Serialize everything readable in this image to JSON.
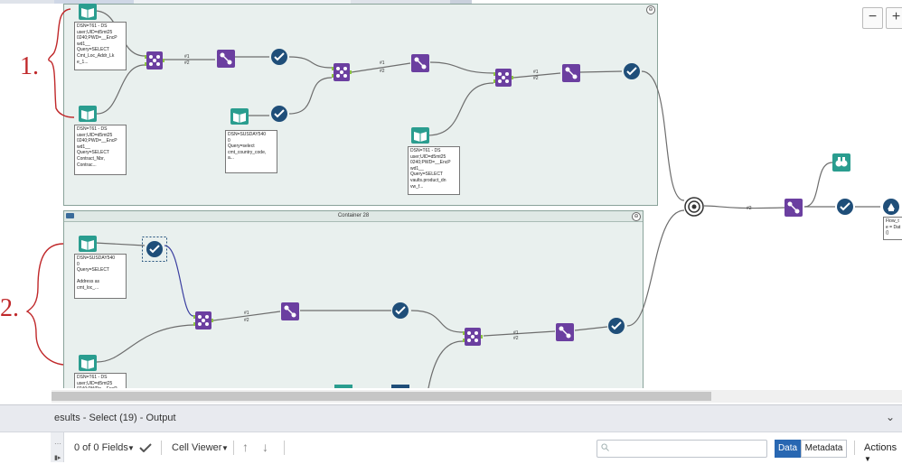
{
  "canvas": {
    "container_28_title": "Container 28",
    "container_1_collapse": "⊖",
    "container_2_collapse": "⊖",
    "zoom_out": "−",
    "zoom_in": "+",
    "annotations": {
      "c1_input_a": "DSN=T61 - DS\nuser;UID=d5mt25\n0240;PWD=__EncP\nwd1__\nQuery=SELECT\nCmt_Loc_Addr_Lk\ne_1...",
      "c1_input_b": "DSN=T61 - DS\nuser;UID=d5mt25\n0240;PWD=__EncP\nwd1__\nQuery=SELECT\nContract_Nbr,\nContrac...",
      "c1_input_c": "DSN=SUSDAY540\n0\nQuery=select\ncmt_country_code,\na...",
      "c1_input_d": "DSN=T61 - DS\nuser;UID=d5mt25\n0240;PWD=__EncP\nwd1__\nQuery=SELECT\nvaults.product_dn\nvw_f...",
      "c2_input_a": "DSN=SUSDAY540\n0\nQuery=SELECT\n\nAddress as\ncmt_loc_...",
      "c2_input_b": "DSN=T61 - DS\nuser;UID=d5mt25\n0240;PWD=__EncP",
      "output": "Flow_t\ne = Dat\n()"
    },
    "handwriting": {
      "label_1": "1.",
      "label_2": "2."
    },
    "colors": {
      "container_fill": "#e9f0ee",
      "tool_purple": "#6b3fa0",
      "tool_navy": "#1f4e79",
      "tool_teal": "#2a9d8f",
      "anchor_green": "#8cc63f",
      "connector": "#6d6d6d",
      "handwriting_red": "#c0282a"
    }
  },
  "results": {
    "title": "esults - Select (19) - Output",
    "collapse_icon": "chevron-down-icon"
  },
  "toolbar": {
    "fields_label": "0 of 0 Fields",
    "cell_viewer_label": "Cell Viewer",
    "search_placeholder": "",
    "data_label": "Data",
    "metadata_label": "Metadata",
    "actions_label": "Actions",
    "corner_label": "▮▸"
  }
}
